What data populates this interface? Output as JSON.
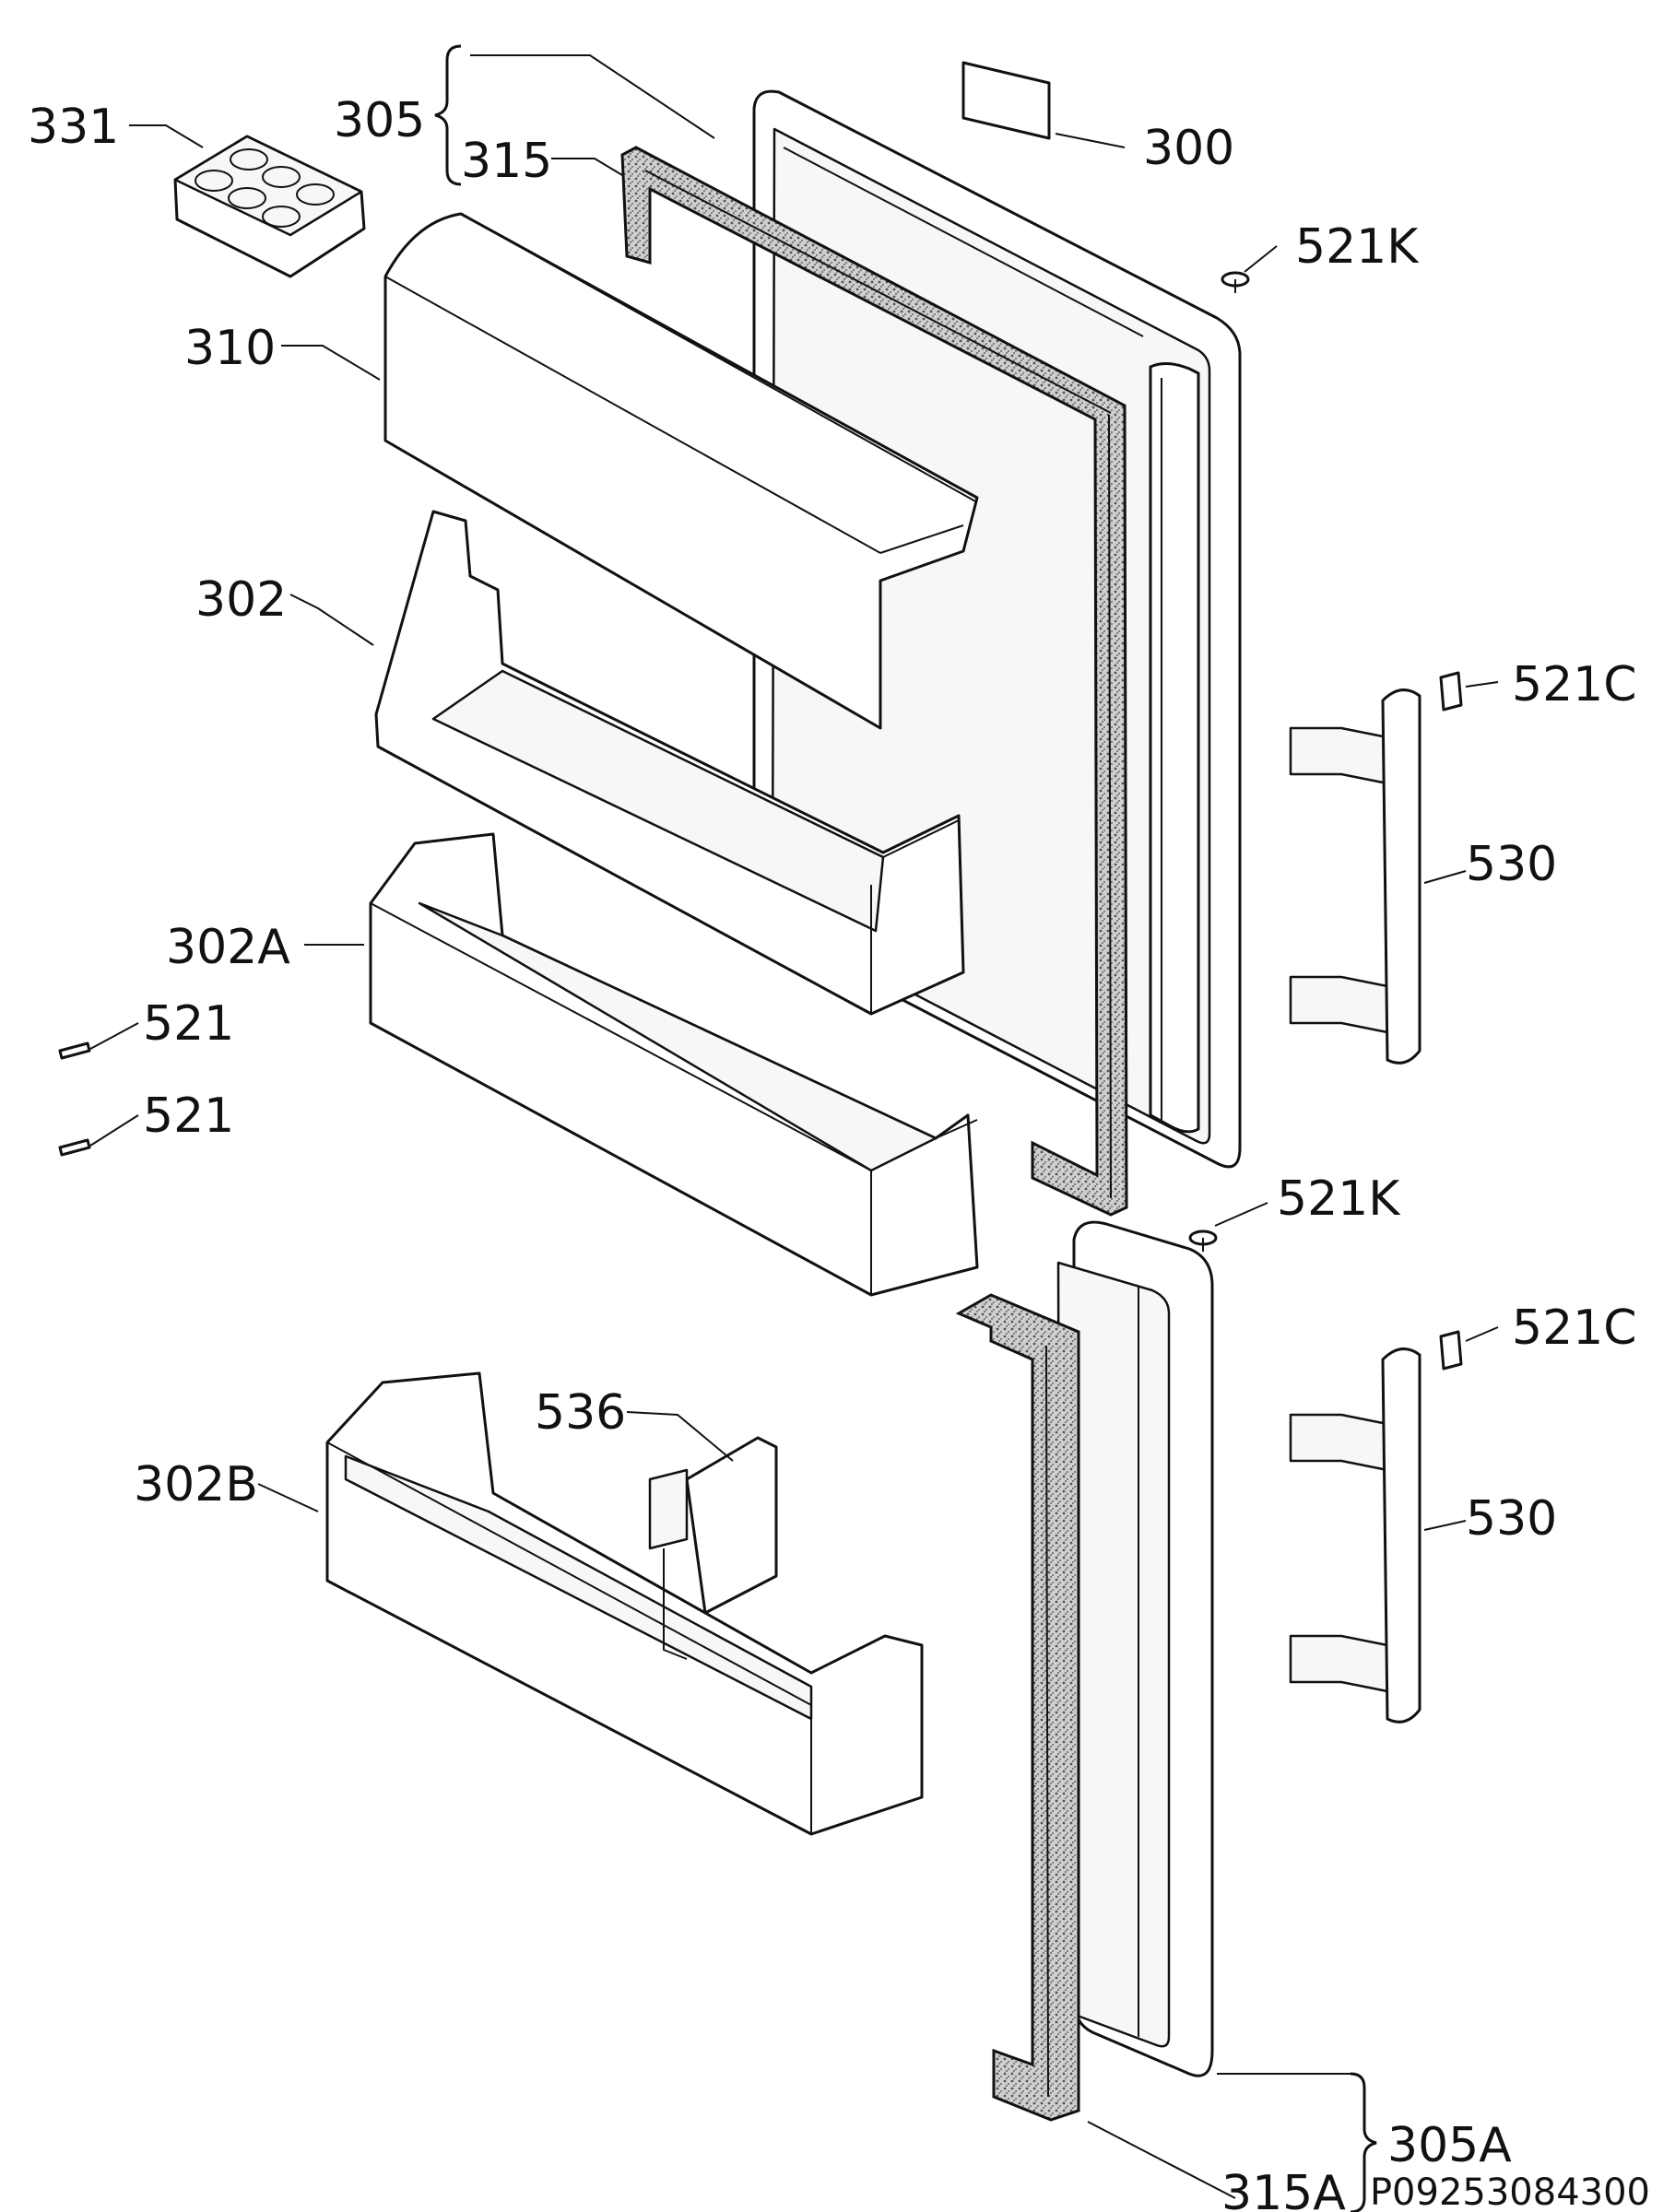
{
  "diagram_code": "P09253084300",
  "labels": {
    "l300": "300",
    "l302": "302",
    "l302A": "302A",
    "l302B": "302B",
    "l305": "305",
    "l305A": "305A",
    "l310": "310",
    "l315": "315",
    "l315A": "315A",
    "l331": "331",
    "l521_a": "521",
    "l521_b": "521",
    "l521C_a": "521C",
    "l521C_b": "521C",
    "l521K_a": "521K",
    "l521K_b": "521K",
    "l530_a": "530",
    "l530_b": "530",
    "l536": "536"
  }
}
